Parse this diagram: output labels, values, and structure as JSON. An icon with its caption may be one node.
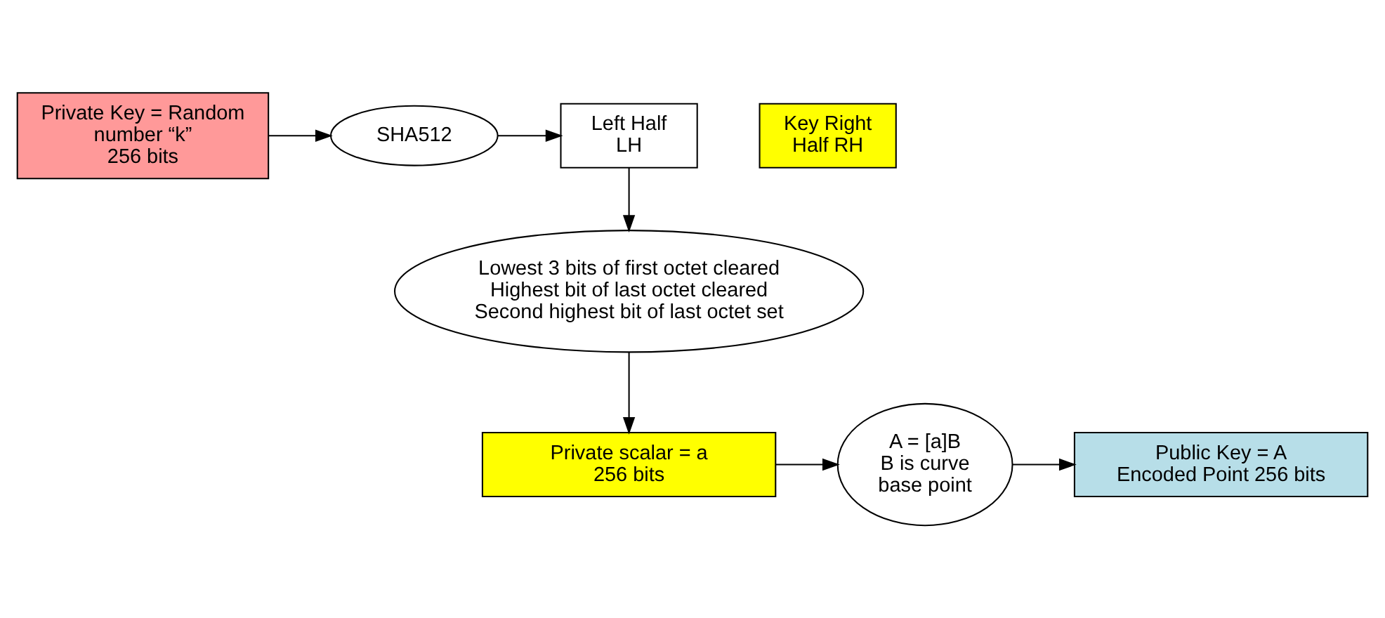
{
  "diagram": {
    "nodes": [
      {
        "text": [
          "Private Key = Random number “k”",
          "256 bits"
        ]
      },
      {
        "text": [
          "SHA512"
        ]
      },
      {
        "text": [
          "Left Half LH"
        ]
      },
      {
        "text": [
          "Key Right Half RH"
        ]
      },
      {
        "text": [
          "Lowest 3 bits of first octet cleared",
          "Highest bit of last octet cleared",
          "Second highest bit of last octet set"
        ]
      },
      {
        "text": [
          "Private scalar = a",
          "256 bits"
        ]
      },
      {
        "text": [
          "A = [a]B",
          "B is curve base point"
        ]
      },
      {
        "text": [
          "Public Key = A",
          "Encoded Point 256 bits"
        ]
      }
    ],
    "edges": [
      {
        "from": 0,
        "to": 1,
        "arrow": "to"
      },
      {
        "from": 1,
        "to": 2,
        "arrow": "to"
      },
      {
        "from": 2,
        "to": 4,
        "arrow": "to"
      },
      {
        "from": 4,
        "to": 5,
        "arrow": "to"
      },
      {
        "from": 5,
        "to": 6,
        "arrow": "to"
      },
      {
        "from": 6,
        "to": 7,
        "arrow": "to"
      }
    ]
  }
}
